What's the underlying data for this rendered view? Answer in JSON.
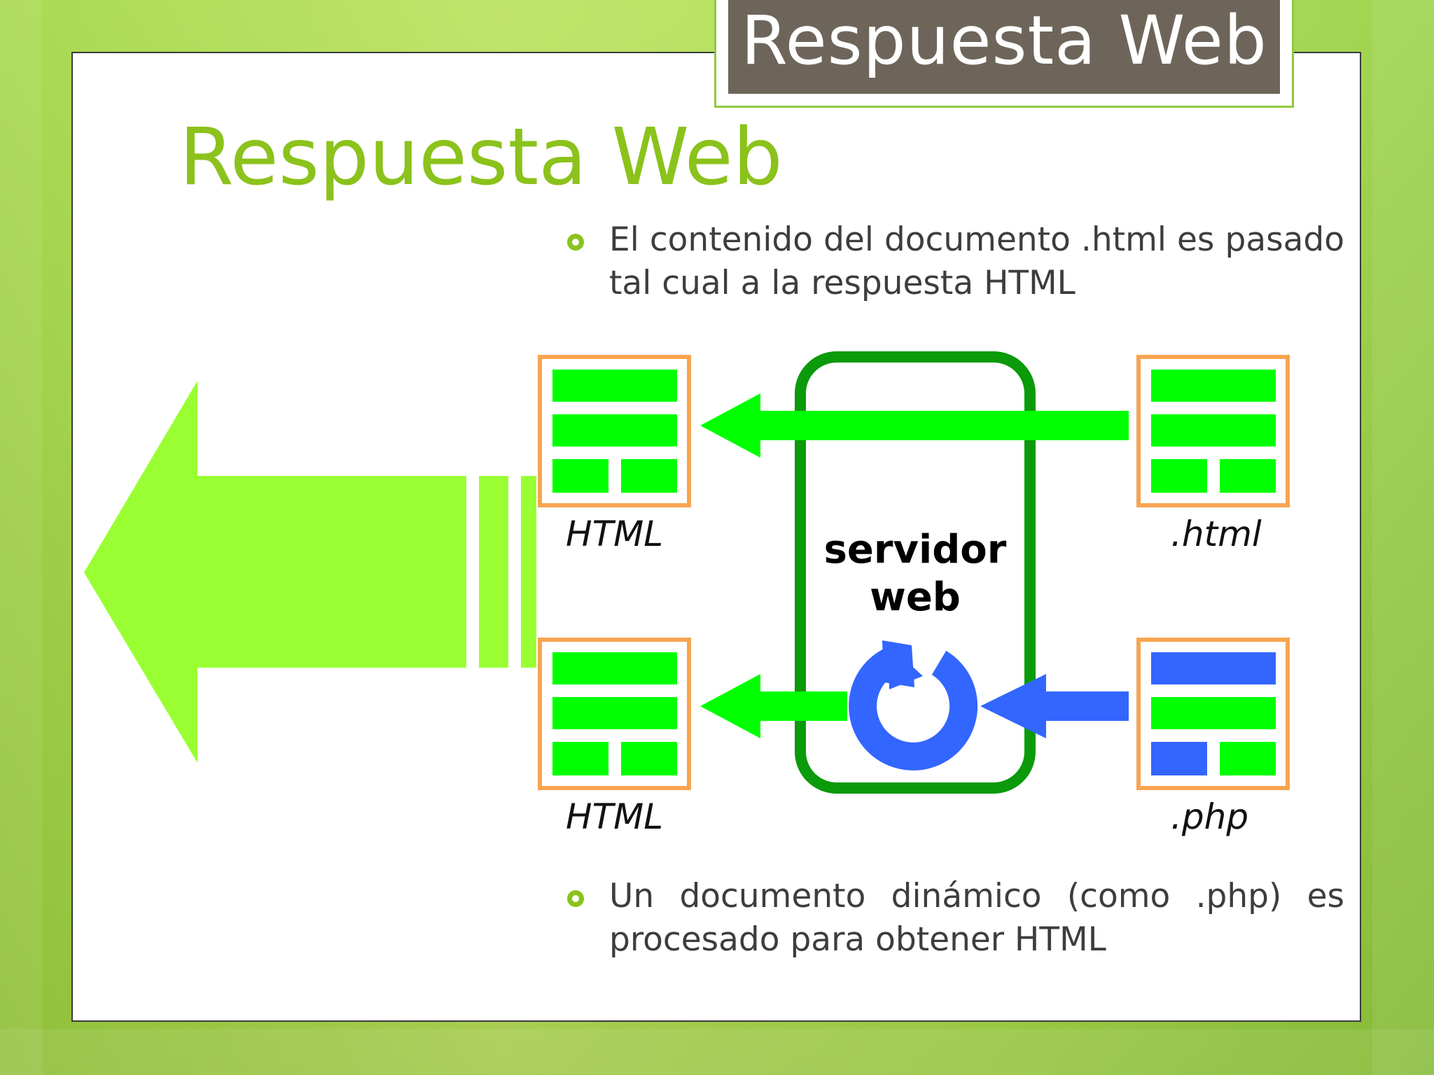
{
  "header": {
    "tab_title": "Respuesta Web"
  },
  "slide": {
    "title": "Respuesta Web",
    "bullets": [
      "El contenido del documento .html es pasado tal cual a la respuesta HTML",
      "Un documento dinámico (como .php) es procesado para obtener HTML"
    ]
  },
  "diagram": {
    "server_label_line1": "servidor",
    "server_label_line2": "web",
    "output_top_label": "HTML",
    "output_bottom_label": "HTML",
    "source_top_label": ".html",
    "source_bottom_label": ".php",
    "colors": {
      "green_block": "#00ff00",
      "blue_block": "#3366ff",
      "doc_border": "#f7a450",
      "server_border": "#0a9a0a",
      "big_arrow": "#99ff33",
      "processor": "#3366ff"
    },
    "icons": {
      "big_arrow": "left-arrow-icon",
      "processor": "refresh-icon"
    }
  }
}
